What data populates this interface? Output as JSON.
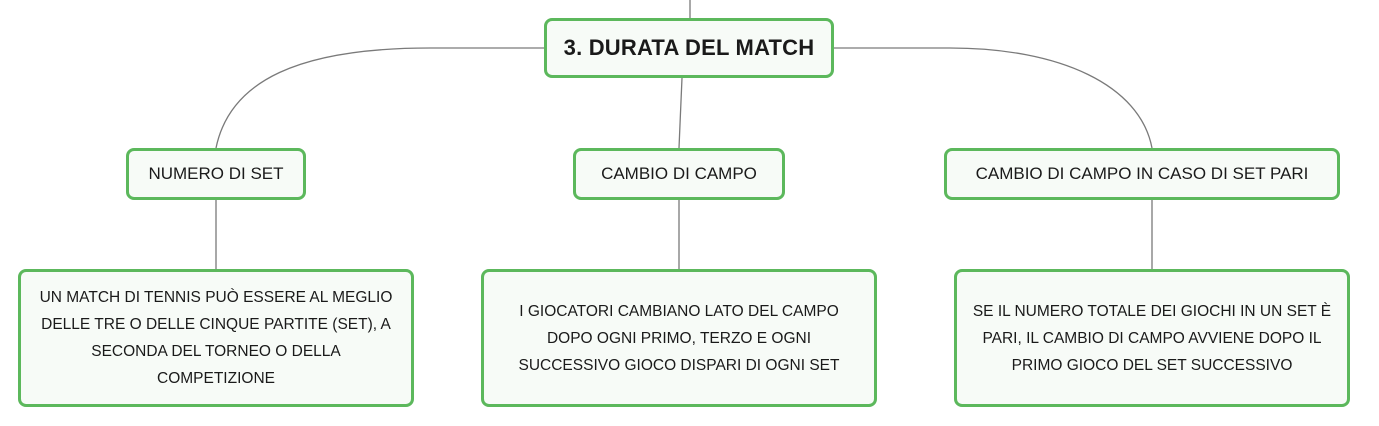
{
  "root": {
    "title": "3. DURATA DEL MATCH"
  },
  "topics": [
    {
      "label": "NUMERO DI SET",
      "detail": "UN MATCH DI TENNIS PUÒ ESSERE AL MEGLIO DELLE TRE O DELLE CINQUE PARTITE (SET), A SECONDA DEL TORNEO O DELLA COMPETIZIONE"
    },
    {
      "label": "CAMBIO DI CAMPO",
      "detail": "I GIOCATORI CAMBIANO LATO DEL CAMPO DOPO OGNI PRIMO, TERZO E OGNI SUCCESSIVO GIOCO DISPARI DI OGNI SET"
    },
    {
      "label": "CAMBIO DI CAMPO IN CASO DI SET PARI",
      "detail": "SE IL NUMERO TOTALE DEI GIOCHI IN UN SET È PARI, IL CAMBIO DI CAMPO AVVIENE DOPO IL PRIMO GIOCO DEL SET SUCCESSIVO"
    }
  ],
  "colors": {
    "border": "#5cb85c",
    "fill": "#f7fbf7",
    "connector": "#7a7a7a"
  }
}
